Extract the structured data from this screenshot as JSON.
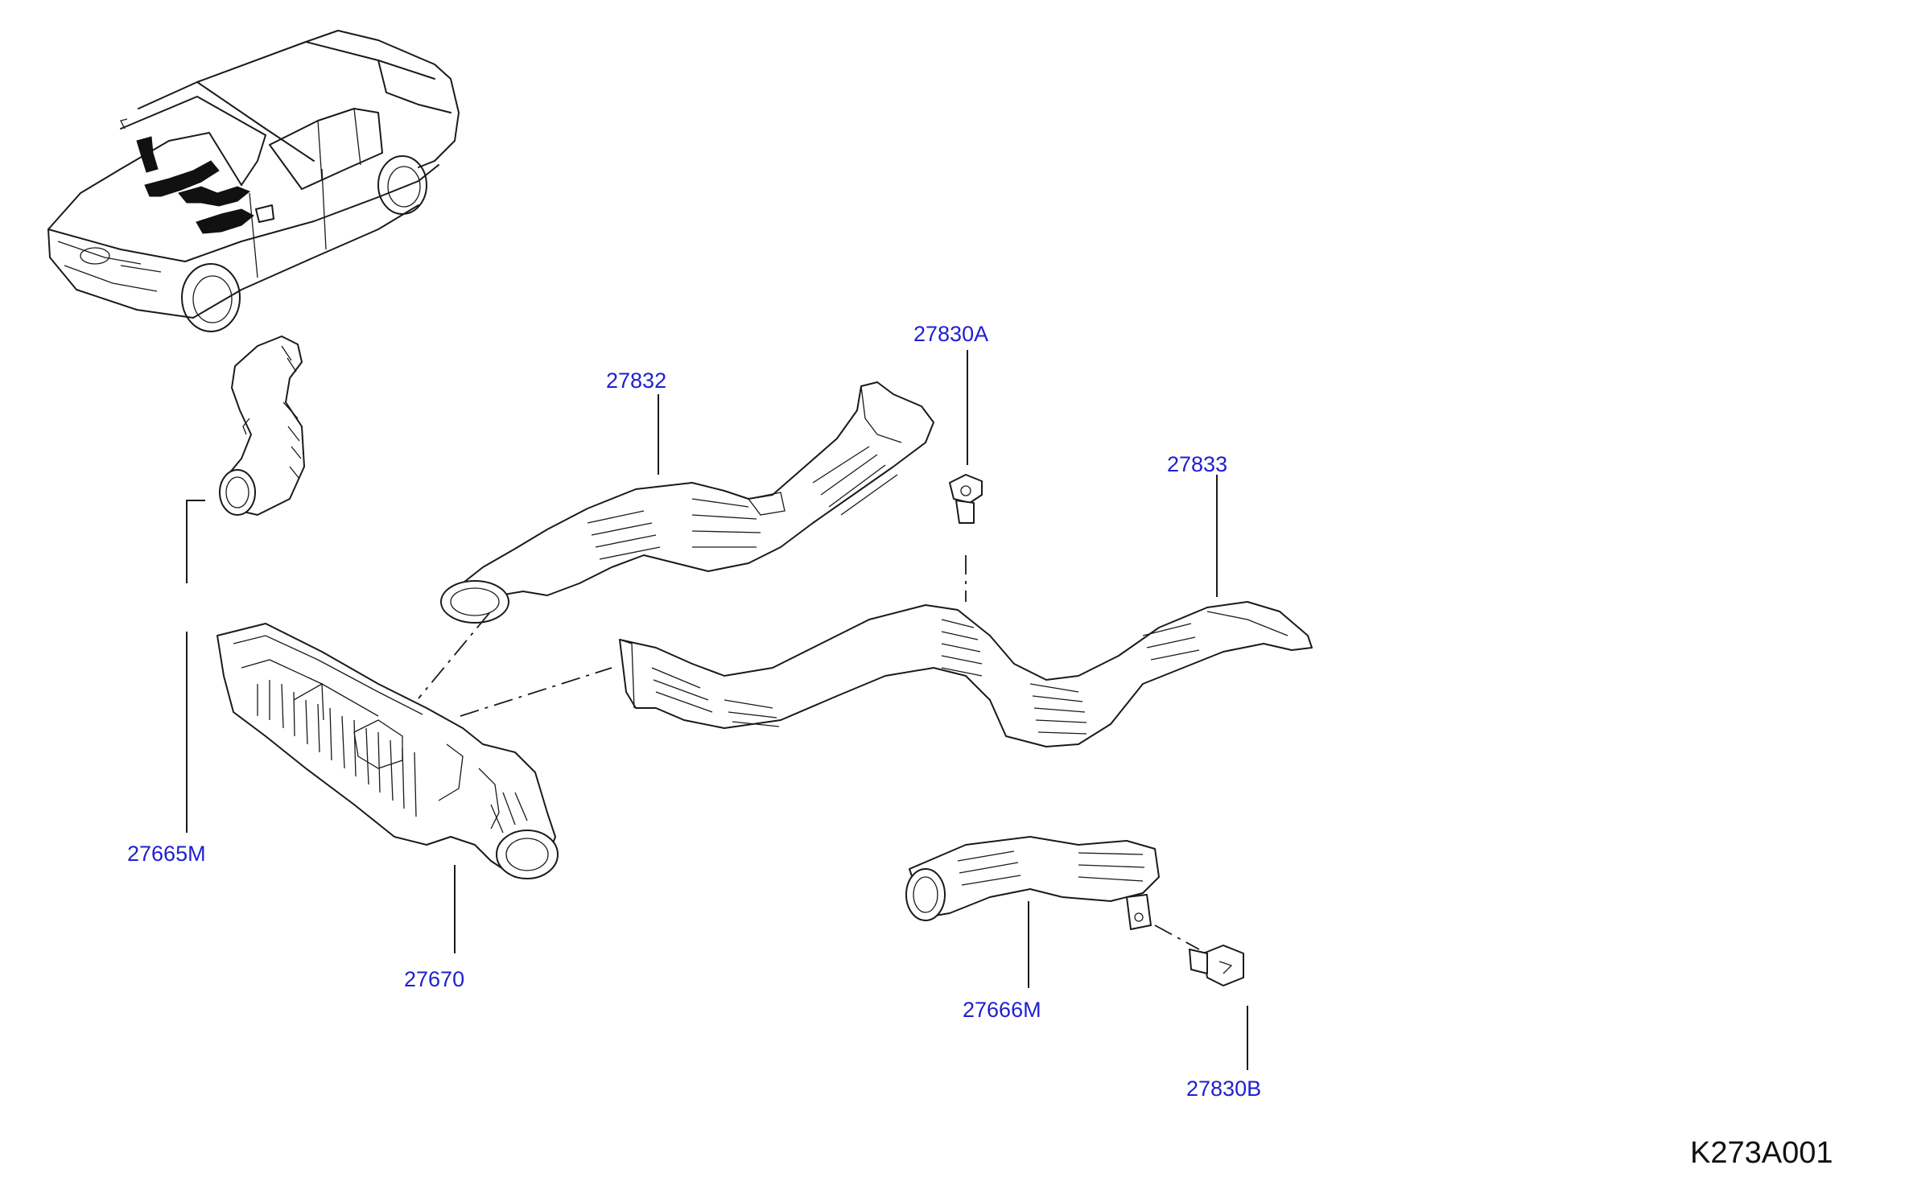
{
  "colors": {
    "callout_text": "#1f1fd0",
    "line_art": "#1a1a1a",
    "background": "#ffffff",
    "highlight_parts": "#111111"
  },
  "diagram": {
    "reference_code": "K273A001",
    "callouts": {
      "p27665M": "27665M",
      "p27670": "27670",
      "p27832": "27832",
      "p27830A": "27830A",
      "p27833": "27833",
      "p27666M": "27666M",
      "p27830B": "27830B"
    },
    "icons": {
      "vehicle": "vehicle-overview-icon",
      "clip": "clip-fastener-icon"
    }
  }
}
